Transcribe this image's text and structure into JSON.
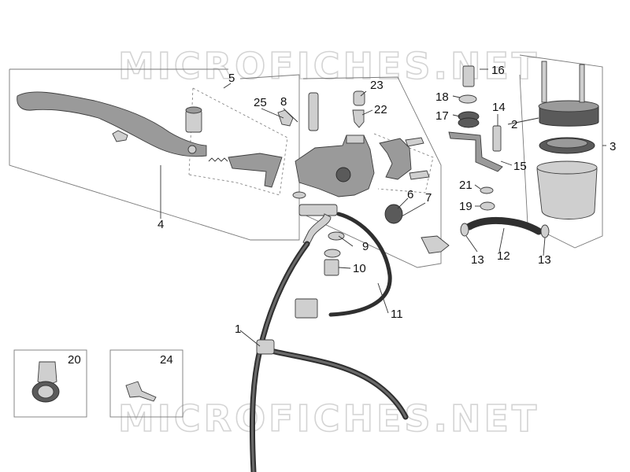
{
  "watermark": {
    "top": "MICROFICHES.NET",
    "bottom": "MICROFICHES.NET"
  },
  "callouts": {
    "c1": "1",
    "c2": "2",
    "c3": "3",
    "c4": "4",
    "c5": "5",
    "c6": "6",
    "c7": "7",
    "c8": "8",
    "c9": "9",
    "c10": "10",
    "c11": "11",
    "c12": "12",
    "c13a": "13",
    "c13b": "13",
    "c14": "14",
    "c15": "15",
    "c16": "16",
    "c17": "17",
    "c18": "18",
    "c19": "19",
    "c20": "20",
    "c21": "21",
    "c22": "22",
    "c23": "23",
    "c24": "24",
    "c25": "25"
  }
}
